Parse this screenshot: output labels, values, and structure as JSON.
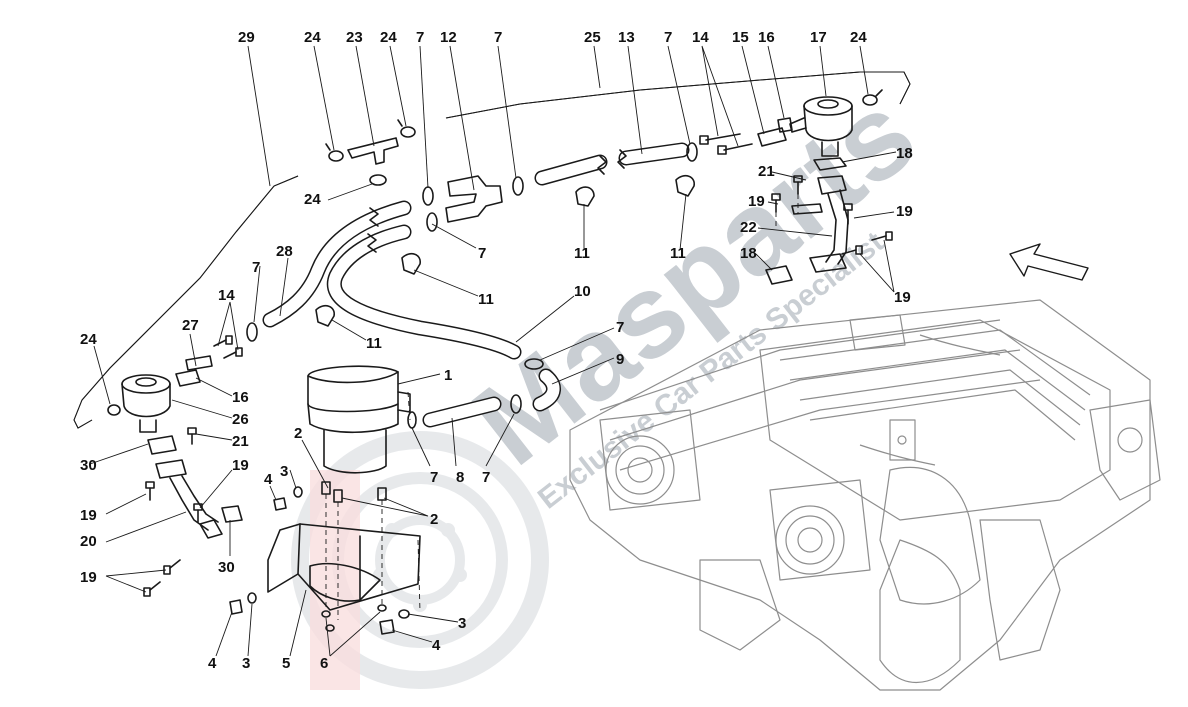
{
  "watermark": {
    "brand": "Masparts",
    "tagline": "Exclusive Car Parts Specialist"
  },
  "callouts": [
    {
      "id": "c29a",
      "text": "29"
    },
    {
      "id": "c24a",
      "text": "24"
    },
    {
      "id": "c23",
      "text": "23"
    },
    {
      "id": "c24b",
      "text": "24"
    },
    {
      "id": "c7a",
      "text": "7"
    },
    {
      "id": "c12",
      "text": "12"
    },
    {
      "id": "c7b",
      "text": "7"
    },
    {
      "id": "c25",
      "text": "25"
    },
    {
      "id": "c13",
      "text": "13"
    },
    {
      "id": "c7c",
      "text": "7"
    },
    {
      "id": "c14a",
      "text": "14"
    },
    {
      "id": "c15",
      "text": "15"
    },
    {
      "id": "c16a",
      "text": "16"
    },
    {
      "id": "c17",
      "text": "17"
    },
    {
      "id": "c24c",
      "text": "24"
    },
    {
      "id": "c18a",
      "text": "18"
    },
    {
      "id": "c21a",
      "text": "21"
    },
    {
      "id": "c19a",
      "text": "19"
    },
    {
      "id": "c19b",
      "text": "19"
    },
    {
      "id": "c22",
      "text": "22"
    },
    {
      "id": "c18b",
      "text": "18"
    },
    {
      "id": "c19c",
      "text": "19"
    },
    {
      "id": "c24d",
      "text": "24"
    },
    {
      "id": "c7d",
      "text": "7"
    },
    {
      "id": "c11a",
      "text": "11"
    },
    {
      "id": "c11b",
      "text": "11"
    },
    {
      "id": "c28",
      "text": "28"
    },
    {
      "id": "c11c",
      "text": "11"
    },
    {
      "id": "c7e",
      "text": "7"
    },
    {
      "id": "c14b",
      "text": "14"
    },
    {
      "id": "c27",
      "text": "27"
    },
    {
      "id": "c11d",
      "text": "11"
    },
    {
      "id": "c10",
      "text": "10"
    },
    {
      "id": "c24e",
      "text": "24"
    },
    {
      "id": "c7f",
      "text": "7"
    },
    {
      "id": "c9",
      "text": "9"
    },
    {
      "id": "c1",
      "text": "1"
    },
    {
      "id": "c16b",
      "text": "16"
    },
    {
      "id": "c26",
      "text": "26"
    },
    {
      "id": "c21b",
      "text": "21"
    },
    {
      "id": "c2a",
      "text": "2"
    },
    {
      "id": "c30a",
      "text": "30"
    },
    {
      "id": "c19d",
      "text": "19"
    },
    {
      "id": "c3a",
      "text": "3"
    },
    {
      "id": "c4a",
      "text": "4"
    },
    {
      "id": "c7g",
      "text": "7"
    },
    {
      "id": "c8",
      "text": "8"
    },
    {
      "id": "c7h",
      "text": "7"
    },
    {
      "id": "c2b",
      "text": "2"
    },
    {
      "id": "c19e",
      "text": "19"
    },
    {
      "id": "c20",
      "text": "20"
    },
    {
      "id": "c30b",
      "text": "30"
    },
    {
      "id": "c19f",
      "text": "19"
    },
    {
      "id": "c3b",
      "text": "3"
    },
    {
      "id": "c4b",
      "text": "4"
    },
    {
      "id": "c4c",
      "text": "4"
    },
    {
      "id": "c3c",
      "text": "3"
    },
    {
      "id": "c5",
      "text": "5"
    },
    {
      "id": "c6",
      "text": "6"
    }
  ]
}
